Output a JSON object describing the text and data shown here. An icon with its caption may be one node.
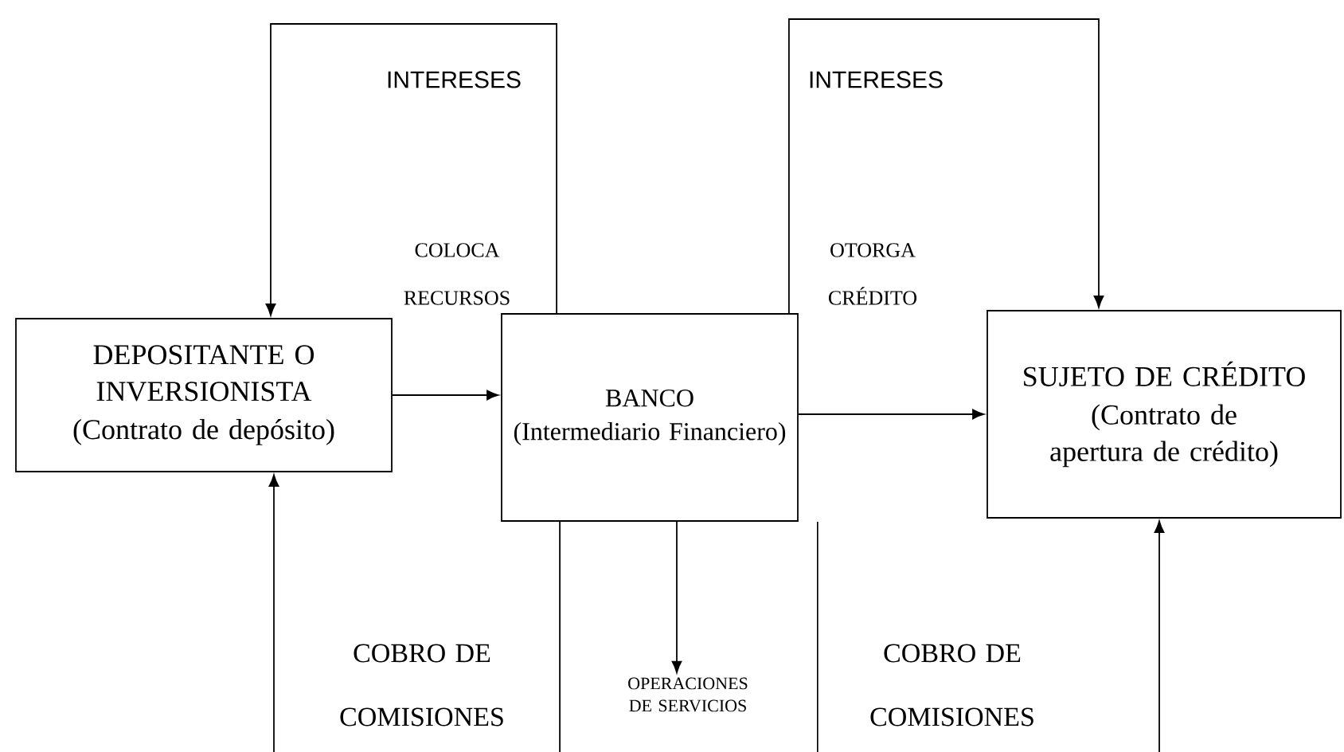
{
  "diagram": {
    "nodes": [
      {
        "text": [
          "DEPOSITANTE O INVERSIONISTA",
          "(Contrato de depósito)"
        ]
      },
      {
        "text": [
          "BANCO",
          "(Intermediario Financiero)"
        ]
      },
      {
        "text": [
          "SUJETO DE CRÉDITO",
          "(Contrato de apertura de crédito)"
        ]
      },
      {
        "text": [
          "OPERACIONES DE SERVICIOS"
        ]
      }
    ],
    "edges": [
      {
        "from": 0,
        "to": 1,
        "arrow": "to"
      },
      {
        "from": 1,
        "to": 2,
        "arrow": "to"
      },
      {
        "from": 1,
        "to": 0,
        "arrow": "to"
      },
      {
        "from": 1,
        "to": 2,
        "arrow": "to"
      },
      {
        "from": null,
        "to": 0,
        "arrow": "to"
      },
      {
        "from": 1,
        "to": null,
        "arrow": "none"
      },
      {
        "from": 1,
        "to": 3,
        "arrow": "to"
      },
      {
        "from": 1,
        "to": null,
        "arrow": "none"
      },
      {
        "from": null,
        "to": 2,
        "arrow": "to"
      }
    ],
    "labels": [
      "INTERESES",
      "COLOCA RECURSOS",
      "INTERESES",
      "OTORGA CRÉDITO",
      "COBRO DE COMISIONES",
      "COBRO DE COMISIONES"
    ]
  }
}
